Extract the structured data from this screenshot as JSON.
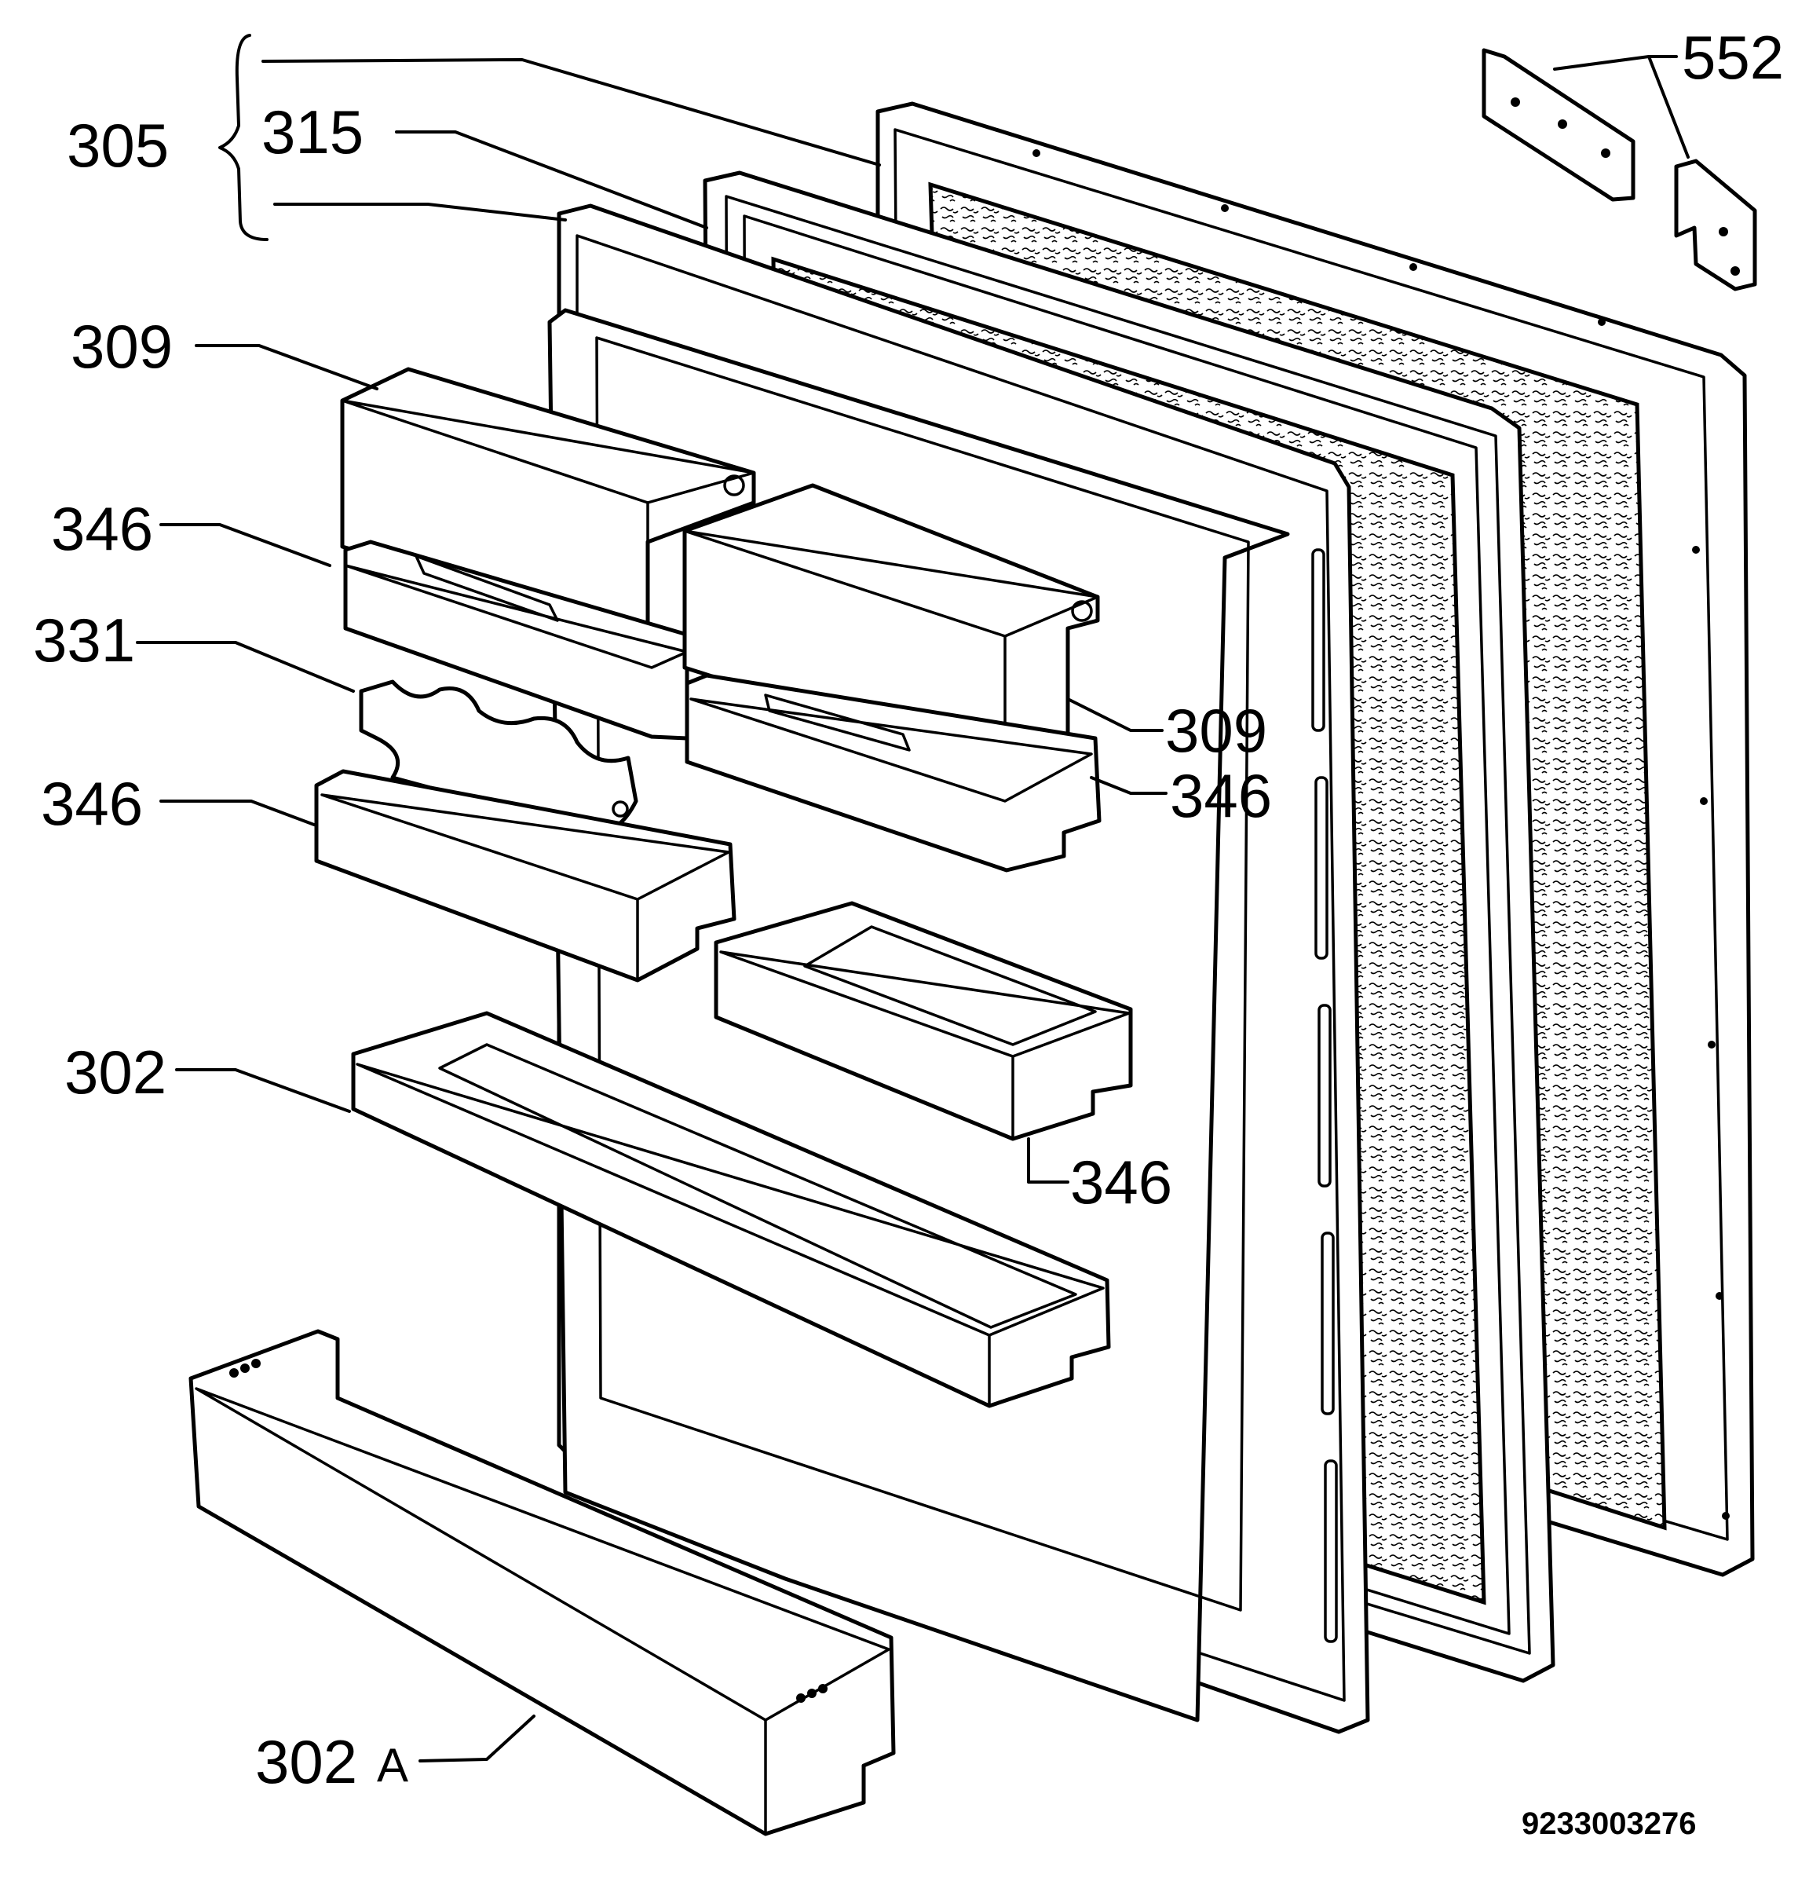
{
  "callouts": {
    "c305": "305",
    "c315": "315",
    "c552": "552",
    "c309a": "309",
    "c346a": "346",
    "c331": "331",
    "c346b": "346",
    "c309b": "309",
    "c346c": "346",
    "c302": "302",
    "c346d": "346",
    "c302a": "302",
    "c302a_suffix": "A"
  },
  "drawing_code": "9233003276"
}
